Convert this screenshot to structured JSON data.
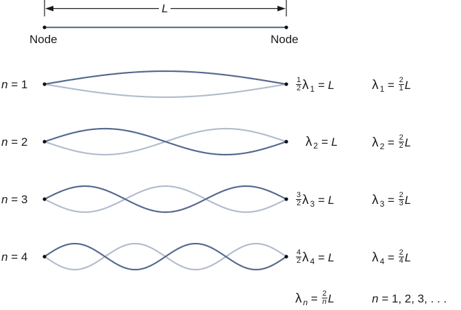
{
  "colors": {
    "string": "#5f7586",
    "wave_dark": "#55698f",
    "wave_light": "#b3bccd",
    "text": "#1a1a1a",
    "node": "#111111"
  },
  "header": {
    "length_label": "L",
    "node_left_label": "Node",
    "node_right_label": "Node"
  },
  "modes": [
    {
      "n_label": "n",
      "eq": "=",
      "n_value": "1",
      "relation": {
        "frac_num": "1",
        "frac_den": "2",
        "lambda": "λ",
        "sub": "1",
        "rhs": "= L"
      },
      "solution": {
        "lambda": "λ",
        "sub": "1",
        "eq": "=",
        "frac_num": "2",
        "frac_den": "1",
        "rhs": "L"
      }
    },
    {
      "n_label": "n",
      "eq": "=",
      "n_value": "2",
      "relation": {
        "frac_num": "",
        "frac_den": "",
        "lambda": "λ",
        "sub": "2",
        "rhs": "= L"
      },
      "solution": {
        "lambda": "λ",
        "sub": "2",
        "eq": "=",
        "frac_num": "2",
        "frac_den": "2",
        "rhs": "L"
      }
    },
    {
      "n_label": "n",
      "eq": "=",
      "n_value": "3",
      "relation": {
        "frac_num": "3",
        "frac_den": "2",
        "lambda": "λ",
        "sub": "3",
        "rhs": "= L"
      },
      "solution": {
        "lambda": "λ",
        "sub": "3",
        "eq": "=",
        "frac_num": "2",
        "frac_den": "3",
        "rhs": "L"
      }
    },
    {
      "n_label": "n",
      "eq": "=",
      "n_value": "4",
      "relation": {
        "frac_num": "4",
        "frac_den": "2",
        "lambda": "λ",
        "sub": "4",
        "rhs": "= L"
      },
      "solution": {
        "lambda": "λ",
        "sub": "4",
        "eq": "=",
        "frac_num": "2",
        "frac_den": "4",
        "rhs": "L"
      }
    }
  ],
  "general": {
    "lambda": "λ",
    "sub": "n",
    "eq": "=",
    "frac_num": "2",
    "frac_den": "n",
    "rhs": "L",
    "n_label": "n",
    "n_eq": "=",
    "n_values": "1, 2, 3, . . ."
  }
}
